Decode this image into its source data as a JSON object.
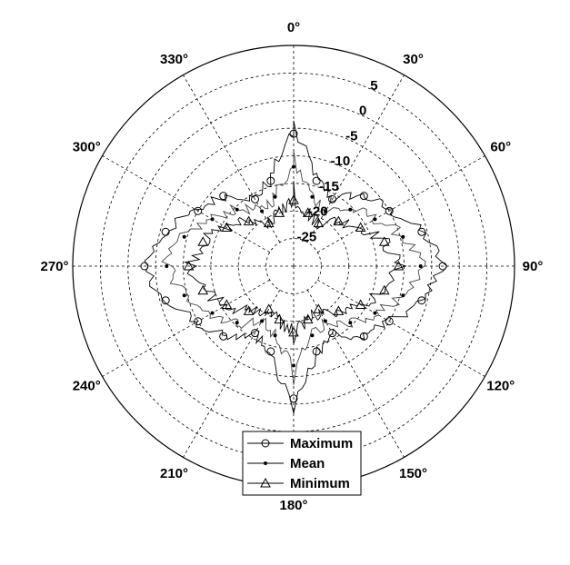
{
  "chart_data": {
    "type": "line",
    "coordinate_system": "polar",
    "angle_direction": "clockwise",
    "angle_zero": "top",
    "angle_unit": "degrees",
    "angle_ticks": [
      {
        "value": 0,
        "label": "0°"
      },
      {
        "value": 30,
        "label": "30°"
      },
      {
        "value": 60,
        "label": "60°"
      },
      {
        "value": 90,
        "label": "90°"
      },
      {
        "value": 120,
        "label": "120°"
      },
      {
        "value": 150,
        "label": "150°"
      },
      {
        "value": 180,
        "label": "180°"
      },
      {
        "value": 210,
        "label": "210°"
      },
      {
        "value": 240,
        "label": "240°"
      },
      {
        "value": 270,
        "label": "270°"
      },
      {
        "value": 300,
        "label": "300°"
      },
      {
        "value": 330,
        "label": "330°"
      }
    ],
    "radial_ticks": [
      {
        "value": -25,
        "label": "-25"
      },
      {
        "value": -20,
        "label": "-20"
      },
      {
        "value": -15,
        "label": "-15"
      },
      {
        "value": -10,
        "label": "-10"
      },
      {
        "value": -5,
        "label": "-5"
      },
      {
        "value": 0,
        "label": "0"
      },
      {
        "value": 5,
        "label": "5"
      }
    ],
    "rlim": [
      -30,
      10
    ],
    "grid": true,
    "grid_style": "dashed",
    "legend_position": "bottom-center",
    "theta": [
      0,
      15,
      30,
      45,
      60,
      75,
      90,
      105,
      120,
      135,
      150,
      165,
      180,
      195,
      210,
      225,
      240,
      255,
      270,
      285,
      300,
      315,
      330,
      345
    ],
    "series": [
      {
        "name": "Maximum",
        "marker": "circle",
        "values": [
          -6,
          -14,
          -16,
          -12,
          -10,
          -6,
          -3,
          -6,
          -10,
          -12,
          -16,
          -14,
          -6,
          -14,
          -16,
          -12,
          -10,
          -6,
          -3,
          -6,
          -10,
          -12,
          -16,
          -14
        ]
      },
      {
        "name": "Mean",
        "marker": "dot",
        "values": [
          -12,
          -17,
          -18.5,
          -15.5,
          -13,
          -9.5,
          -7,
          -9.5,
          -13,
          -15.5,
          -18.5,
          -17,
          -12,
          -17,
          -18.5,
          -15.5,
          -13,
          -9.5,
          -7,
          -9.5,
          -13,
          -15.5,
          -18.5,
          -17
        ]
      },
      {
        "name": "Minimum",
        "marker": "triangle",
        "values": [
          -18,
          -20,
          -21,
          -18.5,
          -16,
          -13,
          -11,
          -13,
          -16,
          -18.5,
          -21,
          -20,
          -18,
          -20,
          -21,
          -18.5,
          -16,
          -13,
          -11,
          -13,
          -16,
          -18.5,
          -21,
          -20
        ]
      }
    ]
  }
}
